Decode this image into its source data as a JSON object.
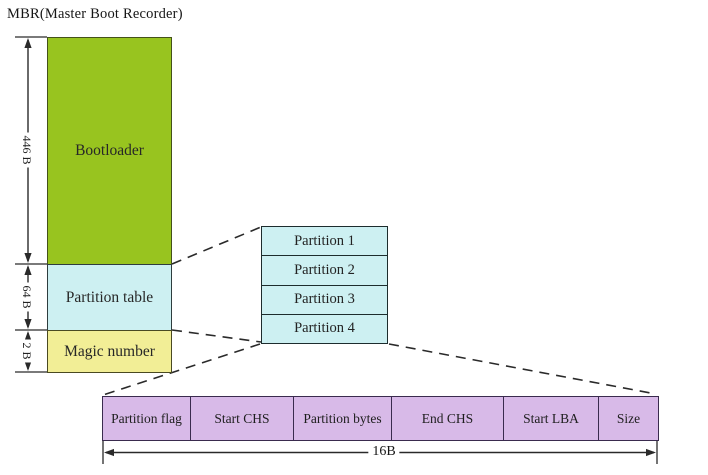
{
  "title": "MBR(Master Boot Recorder)",
  "mbr": {
    "blocks": [
      {
        "label": "Bootloader",
        "size": "446 B"
      },
      {
        "label": "Partition table",
        "size": "64 B"
      },
      {
        "label": "Magic number",
        "size": "2 B"
      }
    ]
  },
  "partition_table": {
    "rows": [
      "Partition 1",
      "Partition 2",
      "Partition 3",
      "Partition 4"
    ]
  },
  "partition_entry": {
    "cells": [
      "Partition flag",
      "Start CHS",
      "Partition bytes",
      "End CHS",
      "Start LBA",
      "Size"
    ],
    "total_width": "16B"
  },
  "colors": {
    "bootloader_fill": "#98c41f",
    "partition_table_fill": "#cdf0f2",
    "magic_number_fill": "#f2ee96",
    "entry_cell_fill": "#d8bae8",
    "entry_border": "#3a2b4e",
    "line": "#2a2a2a"
  }
}
